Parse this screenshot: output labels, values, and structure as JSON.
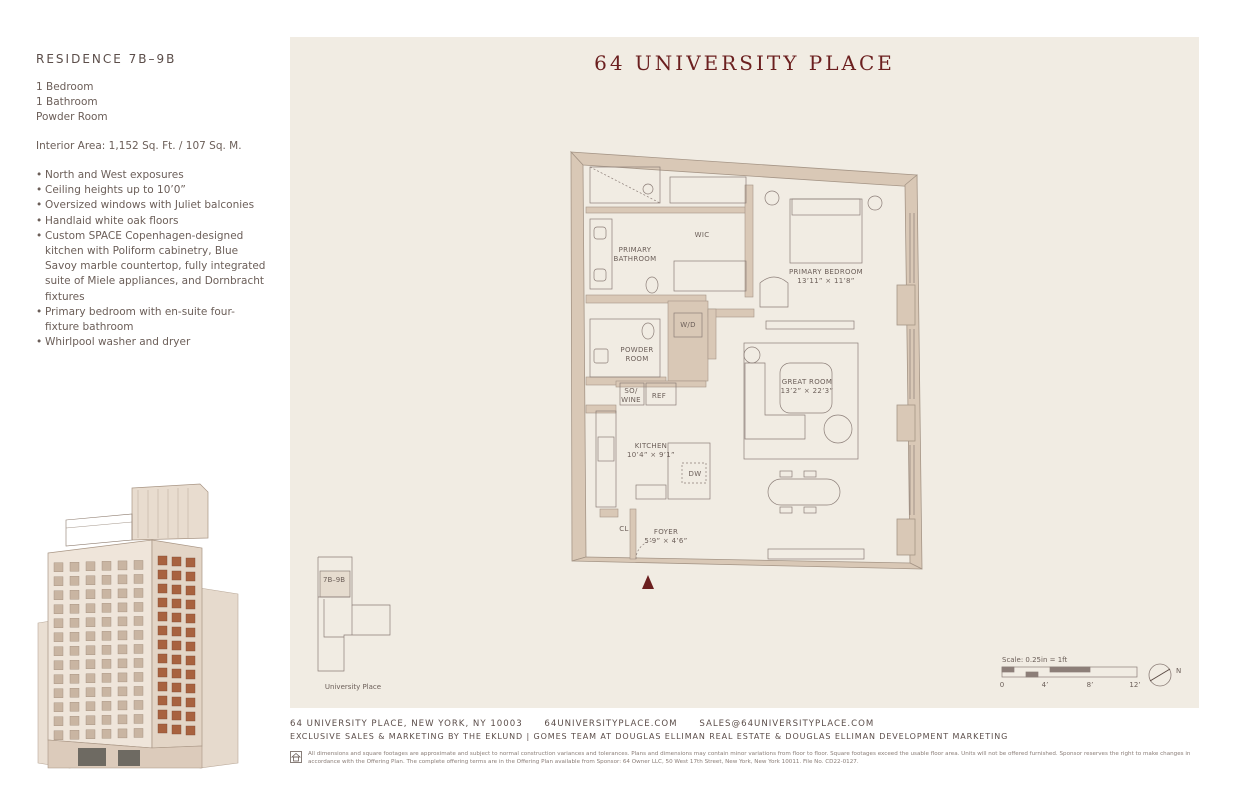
{
  "residence": {
    "title": "RESIDENCE 7B–9B",
    "rooms": [
      "1 Bedroom",
      "1 Bathroom",
      "Powder Room"
    ],
    "interior_area": "Interior Area: 1,152 Sq. Ft. / 107 Sq. M.",
    "features": [
      "North and West exposures",
      "Ceiling heights up to 10’0”",
      "Oversized windows with Juliet balconies",
      "Handlaid white oak floors",
      "Custom SPACE Copenhagen-designed kitchen with Poliform cabinetry, Blue Savoy marble countertop, fully integrated suite of Miele appliances, and Dornbracht fixtures",
      "Primary bedroom with en-suite four-fixture bathroom",
      "Whirlpool washer and dryer"
    ]
  },
  "plan": {
    "title": "64 UNIVERSITY PLACE",
    "labels": {
      "wic": "WIC",
      "primary_bathroom_1": "PRIMARY",
      "primary_bathroom_2": "BATHROOM",
      "primary_bedroom": "PRIMARY BEDROOM",
      "primary_bedroom_dim": "13’11” × 11’8”",
      "wd": "W/D",
      "powder_1": "POWDER",
      "powder_2": "ROOM",
      "great_room": "GREAT ROOM",
      "great_room_dim": "13’2” × 22’3”",
      "wine_1": "SO/",
      "wine_2": "WINE",
      "ref": "REF",
      "kitchen": "KITCHEN",
      "kitchen_dim": "10’4” × 9’1”",
      "dw": "DW",
      "cl": "CL",
      "foyer": "FOYER",
      "foyer_dim": "5’9” × 4’6”"
    },
    "keyplan": {
      "unit": "7B–9B",
      "street": "University Place"
    },
    "scale": {
      "label": "Scale:  0.25in = 1ft",
      "ticks": [
        "0",
        "4’",
        "8’",
        "12’"
      ],
      "north": "N"
    }
  },
  "footer": {
    "address": "64 UNIVERSITY PLACE, NEW YORK, NY 10003",
    "website": "64UNIVERSITYPLACE.COM",
    "email": "SALES@64UNIVERSITYPLACE.COM",
    "marketing": "EXCLUSIVE SALES & MARKETING BY THE EKLUND | GOMES TEAM AT DOUGLAS ELLIMAN REAL ESTATE & DOUGLAS ELLIMAN DEVELOPMENT MARKETING",
    "legal": "All dimensions and square footages are approximate and subject to normal construction variances and tolerances. Plans and dimensions may contain minor variations from floor to floor. Square footages exceed the usable floor area. Units will not be offered furnished. Sponsor reserves the right to make changes in accordance with the Offering Plan. The complete offering terms are in the Offering Plan available from Sponsor: 64 Owner LLC, 50 West 17th Street, New York, New York 10011. File No. CD22-0127."
  },
  "colors": {
    "panel_bg": "#f1ece3",
    "wall": "#d9c8b6",
    "title_red": "#6b1f1f",
    "line": "#8c7e78"
  }
}
